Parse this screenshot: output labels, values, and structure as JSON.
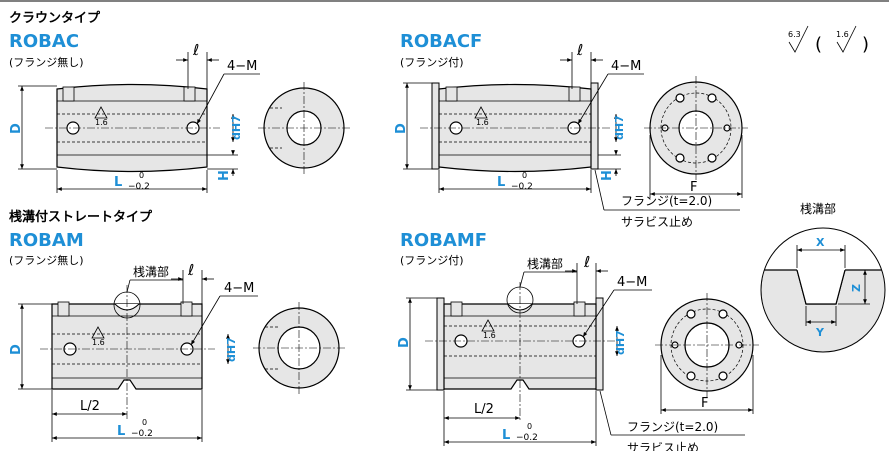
{
  "header": {
    "crown_type": "クラウンタイプ",
    "slotted_type": "桟溝付ストレートタイプ",
    "roughness_a": "6.3",
    "roughness_b": "1.6",
    "paren_open": "(",
    "paren_close": ")"
  },
  "models": {
    "robac": {
      "code": "ROBAC",
      "note": "(フランジ無し)"
    },
    "robacf": {
      "code": "ROBACF",
      "note": "(フランジ付)"
    },
    "robam": {
      "code": "ROBAM",
      "note": "(フランジ無し)"
    },
    "robamf": {
      "code": "ROBAMF",
      "note": "(フランジ付)"
    }
  },
  "labels": {
    "ell": "ℓ",
    "thread": "4−M",
    "D": "D",
    "dH7": "dH7",
    "H": "H",
    "L": "L",
    "tol_upper": "0",
    "tol_lower": "−0.2",
    "roughness": "1.6",
    "F": "F",
    "L2": "L/2",
    "groove": "桟溝部",
    "flange": "フランジ(t=2.0)",
    "screw": "サラビス止め"
  },
  "groove_detail": {
    "title": "桟溝部",
    "X": "X",
    "Y": "Y",
    "Z": "Z"
  }
}
